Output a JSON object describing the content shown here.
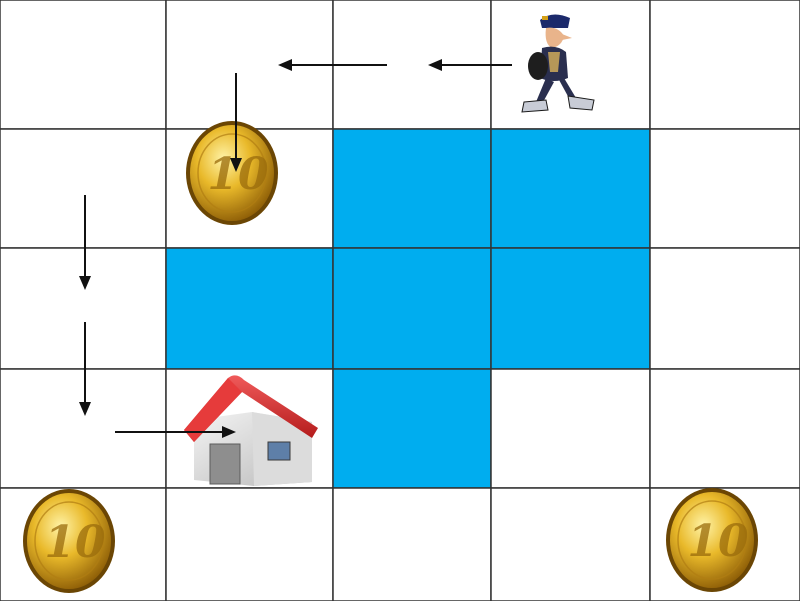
{
  "grid": {
    "rows": 5,
    "cols": 5,
    "empty_color": "#ffffff",
    "water_color": "#00adef",
    "line_color": "#333333",
    "water_cells": [
      {
        "row": 1,
        "col": 2
      },
      {
        "row": 1,
        "col": 3
      },
      {
        "row": 2,
        "col": 1
      },
      {
        "row": 2,
        "col": 2
      },
      {
        "row": 2,
        "col": 3
      },
      {
        "row": 3,
        "col": 2
      }
    ]
  },
  "pieces": {
    "walker": {
      "row": 0,
      "col": 3,
      "icon": "walking-man-icon"
    },
    "house": {
      "row": 3,
      "col": 1,
      "icon": "house-icon"
    },
    "coins": [
      {
        "row": 1,
        "col": 1,
        "icon": "euro-coin-icon",
        "label": "10"
      },
      {
        "row": 4,
        "col": 0,
        "icon": "euro-coin-icon",
        "label": "10"
      },
      {
        "row": 4,
        "col": 4,
        "icon": "euro-coin-icon",
        "label": "10"
      }
    ]
  },
  "path": {
    "description_steps": [
      "left",
      "left",
      "down",
      "down",
      "down",
      "right"
    ],
    "arrow_color": "#111111"
  }
}
